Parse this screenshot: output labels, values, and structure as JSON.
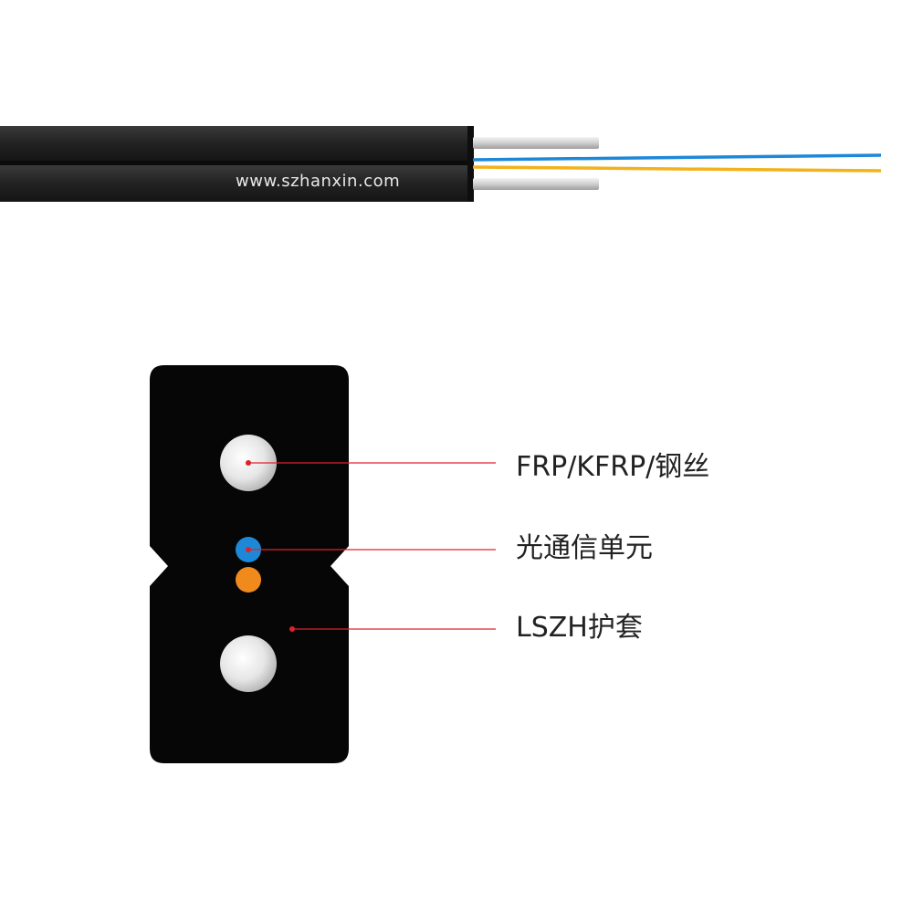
{
  "watermark": "www.szhanxin.com",
  "labels": {
    "strength_member": "FRP/KFRP/钢丝",
    "fiber_unit": "光通信单元",
    "jacket": "LSZH护套"
  },
  "colors": {
    "jacket": "#060606",
    "cable_side": "#2b2b2b",
    "fiber_blue": "#1e88d8",
    "fiber_orange": "#f08a1c",
    "fiber_yellow": "#f2b21a",
    "leader_line": "#e0202a",
    "leader_dot": "#e0202a",
    "steel_light": "#f2f2f2",
    "steel_dark": "#b8b8b8"
  },
  "icons": {
    "strength_member": "steel-wire-cross-section-icon",
    "fiber": "fiber-core-icon",
    "cable": "flat-drop-cable-icon"
  }
}
